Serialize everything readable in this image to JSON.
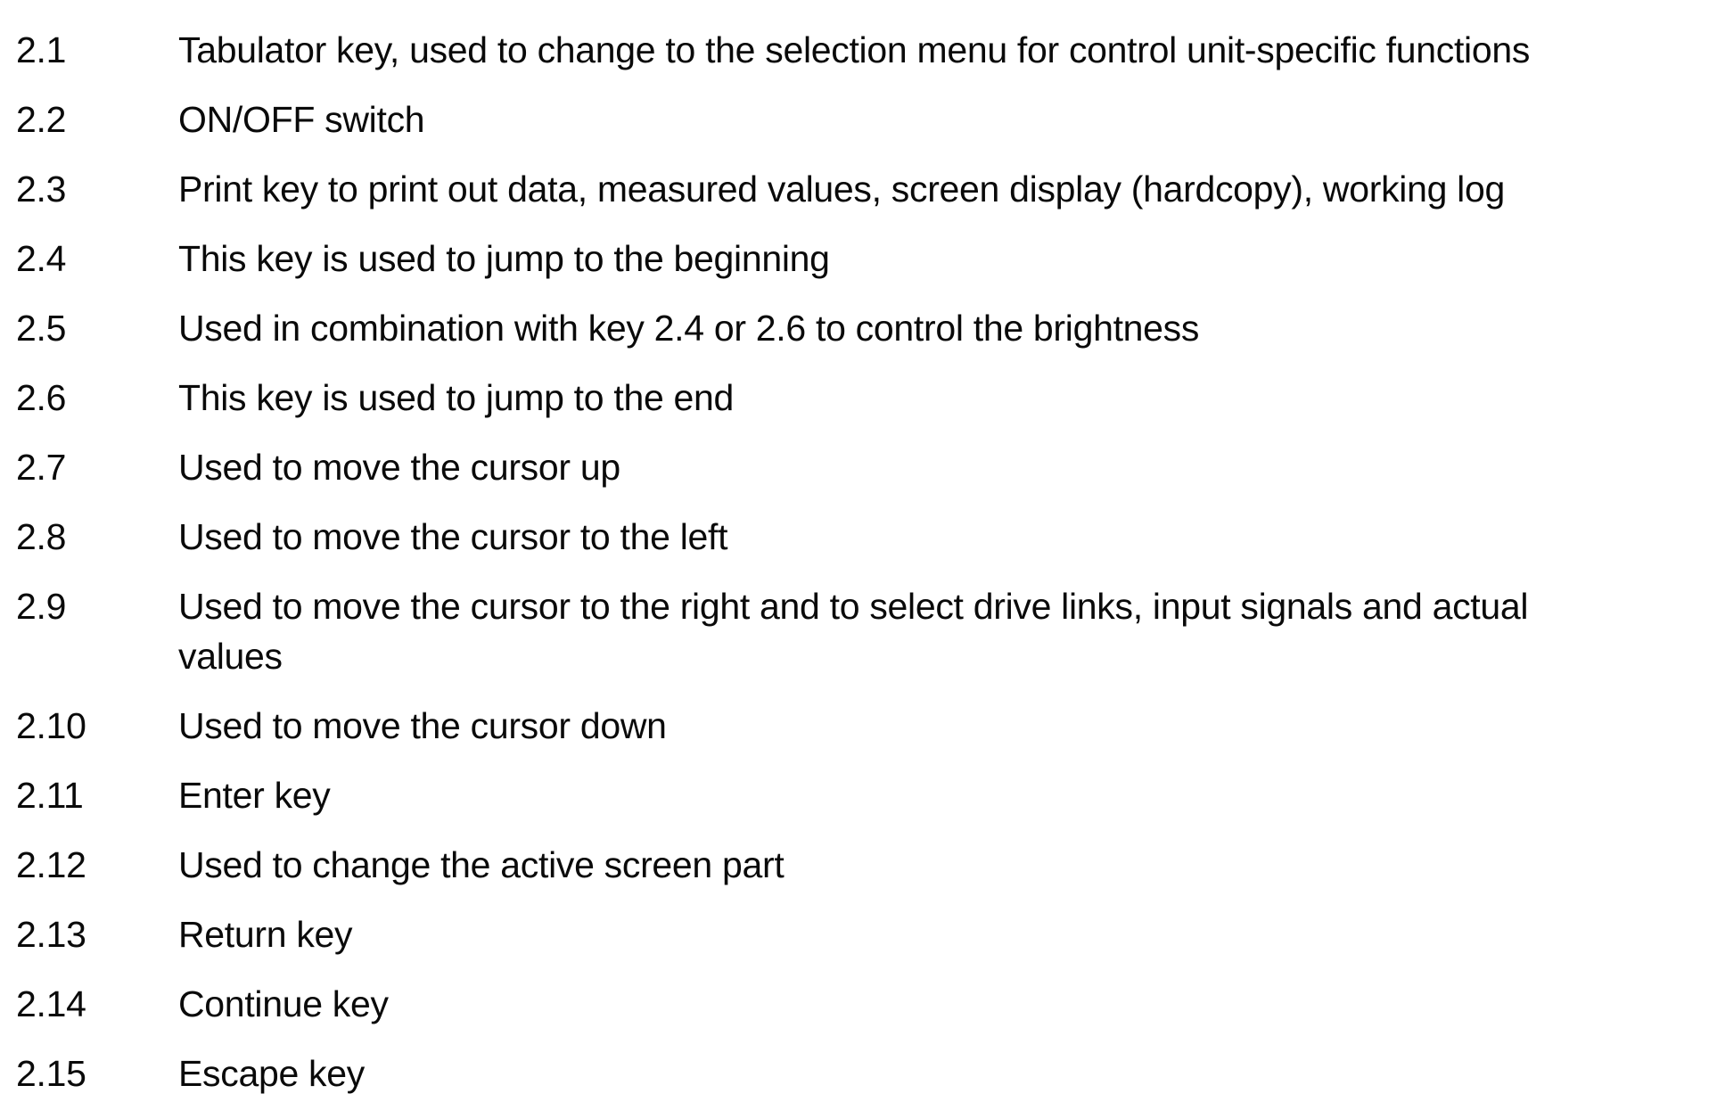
{
  "page": {
    "background_color": "#ffffff",
    "text_color": "#0a0a0a"
  },
  "items": [
    {
      "number": "2.1",
      "description": "Tabulator key, used to change to the selection menu for control unit-specific functions"
    },
    {
      "number": "2.2",
      "description": "ON/OFF switch"
    },
    {
      "number": "2.3",
      "description": "Print key to print out data, measured values, screen display (hardcopy), working log"
    },
    {
      "number": "2.4",
      "description": "This key is used to jump to the beginning"
    },
    {
      "number": "2.5",
      "description": "Used in combination with key 2.4 or 2.6 to control the brightness"
    },
    {
      "number": "2.6",
      "description": "This key is used to jump to the end"
    },
    {
      "number": "2.7",
      "description": "Used to move the cursor up"
    },
    {
      "number": "2.8",
      "description": "Used to move the cursor to the left"
    },
    {
      "number": "2.9",
      "description": "Used to move the cursor to the right and to select drive links, input signals and actual\nvalues"
    },
    {
      "number": "2.10",
      "description": "Used to move the cursor down"
    },
    {
      "number": "2.11",
      "description": "Enter key"
    },
    {
      "number": "2.12",
      "description": "Used to change the active screen part"
    },
    {
      "number": "2.13",
      "description": "Return key"
    },
    {
      "number": "2.14",
      "description": "Continue key"
    },
    {
      "number": "2.15",
      "description": "Escape key"
    }
  ]
}
